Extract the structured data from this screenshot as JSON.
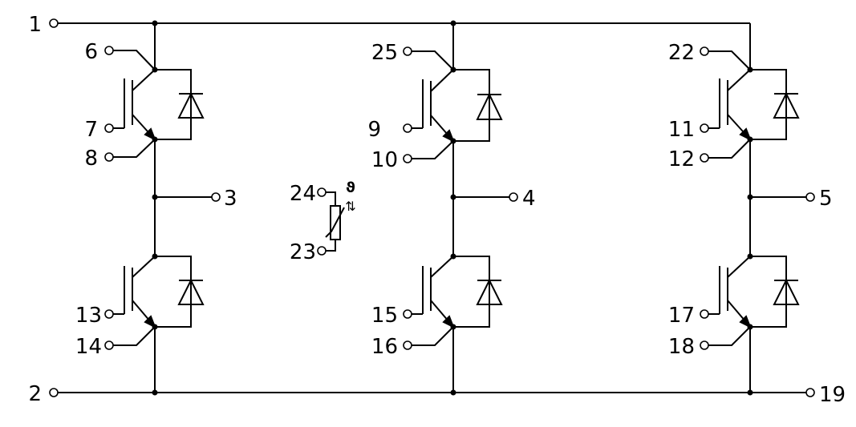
{
  "terminals": {
    "t1": "1",
    "t2": "2",
    "t3": "3",
    "t4": "4",
    "t5": "5",
    "t6": "6",
    "t7": "7",
    "t8": "8",
    "t9": "9",
    "t10": "10",
    "t11": "11",
    "t12": "12",
    "t13": "13",
    "t14": "14",
    "t15": "15",
    "t16": "16",
    "t17": "17",
    "t18": "18",
    "t19": "19",
    "t22": "22",
    "t23": "23",
    "t24": "24",
    "t25": "25"
  },
  "ntc": {
    "symbol": "ϑ",
    "arrows": "⇅"
  }
}
